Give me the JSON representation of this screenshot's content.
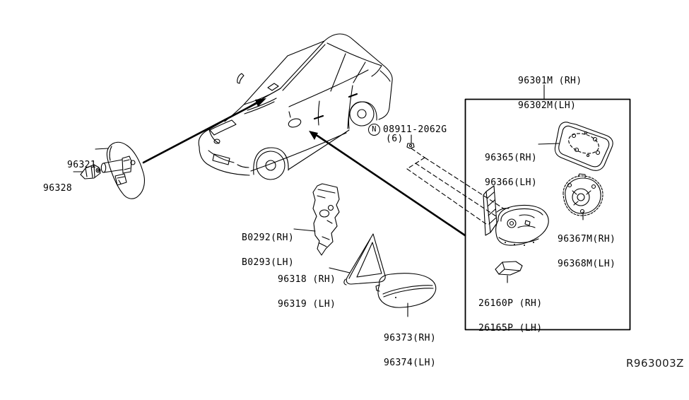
{
  "diagram": {
    "ref_code": "R963003Z",
    "fastener": {
      "symbol": "N",
      "part_number": "08911-2062G",
      "quantity": "(6)"
    },
    "parts": {
      "interior_mirror": {
        "line1": "96321"
      },
      "mirror_mount_cover": {
        "line1": "96328"
      },
      "door_mirror_assembly": {
        "line1": "96301M (RH)",
        "line2": "96302M(LH)"
      },
      "mirror_glass": {
        "line1": "96365(RH)",
        "line2": "96366(LH)"
      },
      "mirror_actuator": {
        "line1": "96367M(RH)",
        "line2": "96368M(LH)"
      },
      "side_turn_signal_lamp": {
        "line1": "26160P (RH)",
        "line2": "26165P (LH)"
      },
      "door_corner_cover": {
        "line1": "B0292(RH)",
        "line2": "B0293(LH)"
      },
      "corner_finisher": {
        "line1": "96318 (RH)",
        "line2": "96319 (LH)"
      },
      "mirror_body_cover": {
        "line1": "96373(RH)",
        "line2": "96374(LH)"
      }
    }
  }
}
